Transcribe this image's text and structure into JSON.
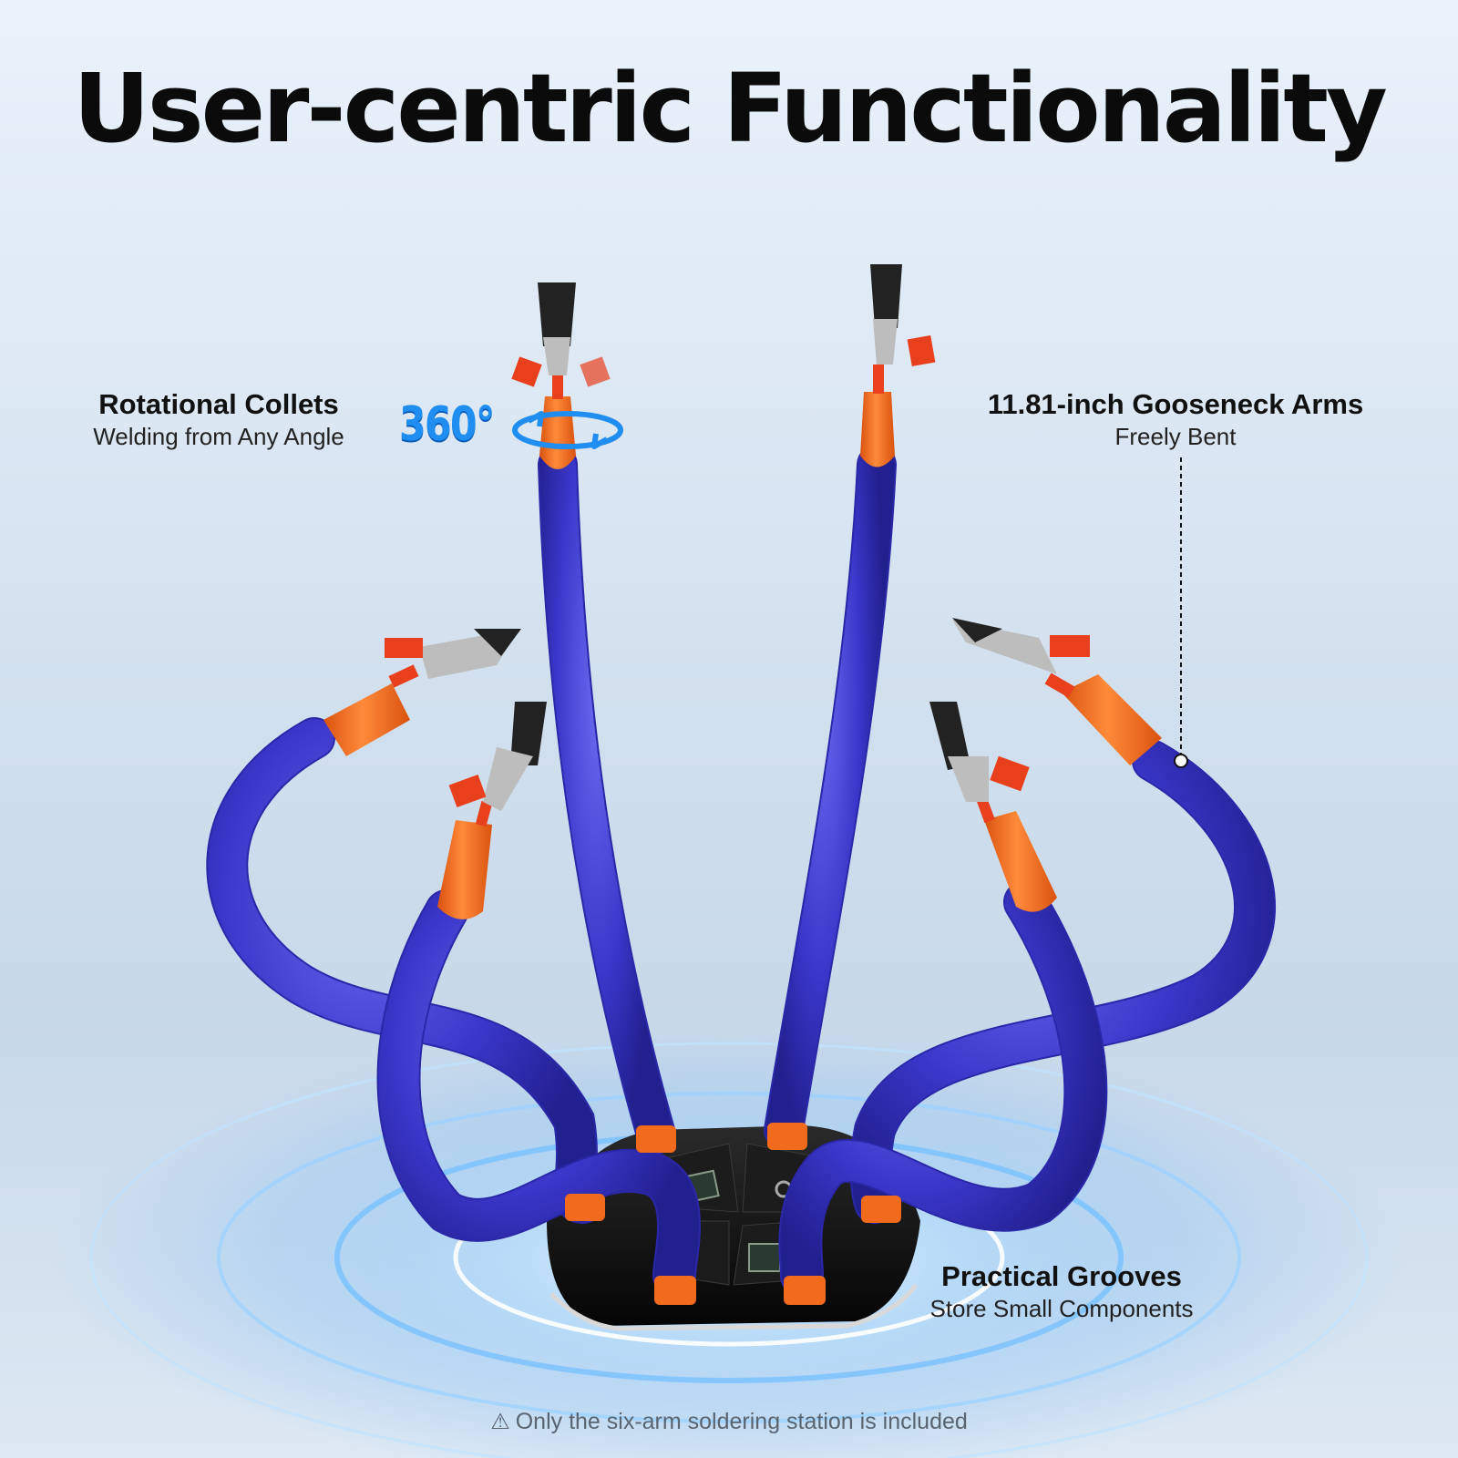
{
  "headline": "User-centric Functionality",
  "labels": {
    "collets": {
      "title": "Rotational Collets",
      "subtitle": "Welding from Any Angle"
    },
    "arms": {
      "title": "11.81-inch Gooseneck Arms",
      "subtitle": "Freely Bent"
    },
    "grooves": {
      "title": "Practical Grooves",
      "subtitle": "Store Small Components"
    }
  },
  "rotation_badge": "360°",
  "footnote": {
    "icon": "warning-icon",
    "text": "Only the six-arm soldering station is included"
  },
  "colors": {
    "arm_blue": "#3a36c9",
    "collet_orange": "#f26a1b",
    "clip_red": "#e8401c",
    "base_black": "#141414",
    "accent_blue": "#1f8ef0"
  }
}
